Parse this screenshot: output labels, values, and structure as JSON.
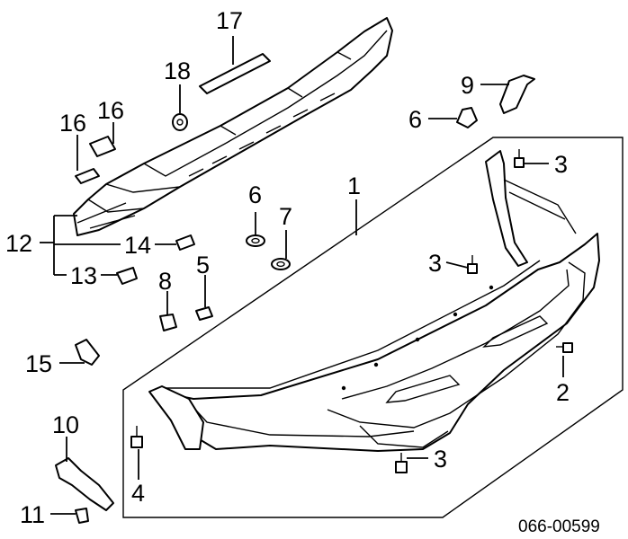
{
  "diagram": {
    "callouts": {
      "c1": "1",
      "c2": "2",
      "c3a": "3",
      "c3b": "3",
      "c3c": "3",
      "c4": "4",
      "c5": "5",
      "c6a": "6",
      "c6b": "6",
      "c7": "7",
      "c8": "8",
      "c9": "9",
      "c10": "10",
      "c11": "11",
      "c12": "12",
      "c13": "13",
      "c14": "14",
      "c15": "15",
      "c16a": "16",
      "c16b": "16",
      "c17": "17",
      "c18": "18"
    },
    "drawing_code": "066-00599"
  }
}
